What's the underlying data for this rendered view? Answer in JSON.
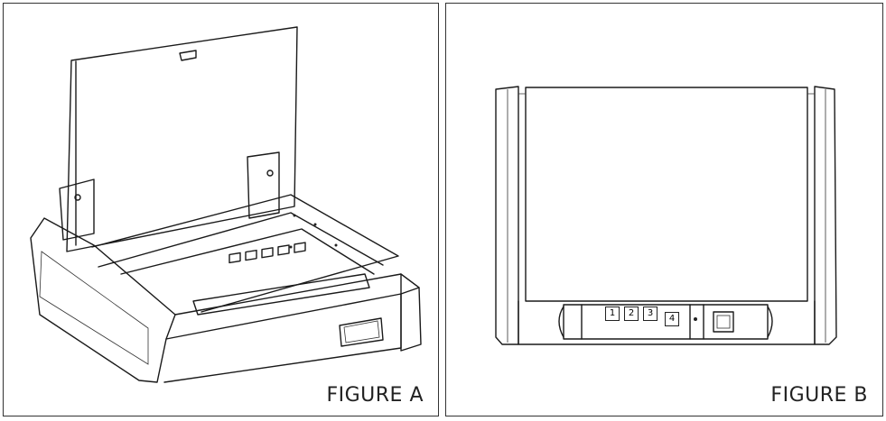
{
  "figures": [
    {
      "label": "FIGURE A"
    },
    {
      "label": "FIGURE B"
    }
  ],
  "keypad_b": [
    "1",
    "2",
    "3",
    "4"
  ]
}
